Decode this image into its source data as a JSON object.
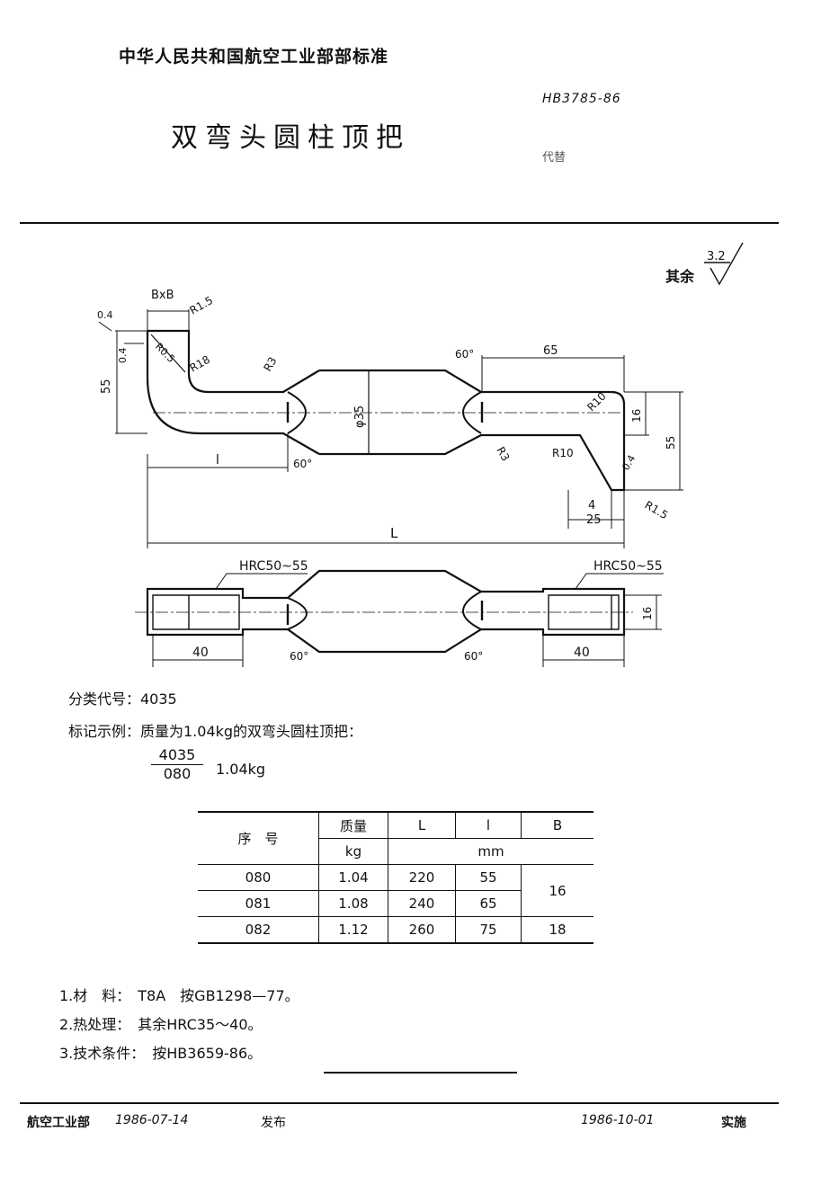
{
  "header": {
    "org_standard": "中华人民共和国航空工业部部标准",
    "title": "双弯头圆柱顶把",
    "standard_no": "HB3785-86",
    "replaces": "代替"
  },
  "drawing": {
    "roughness_note": "其余",
    "roughness_value": "3.2",
    "dims": {
      "bxb": "BxB",
      "r15_top": "R1.5",
      "r05": "R0.5",
      "r18": "R18",
      "r3_left": "R3",
      "r3_right": "R3",
      "r0_4a": "0.4",
      "r0_4b": "0.4",
      "h55_left": "55",
      "phi35": "φ35",
      "deg60_a": "60°",
      "deg60_b": "60°",
      "deg60_c": "60°",
      "deg60_d": "60°",
      "d65": "65",
      "r10a": "R10",
      "r10b": "R10",
      "d16": "16",
      "h55_right": "55",
      "r0_4c": "0.4",
      "d4": "4",
      "d25": "25",
      "r15_bot": "R1.5",
      "l_small": "l",
      "L_big": "L",
      "hrc_left": "HRC50~55",
      "hrc_right": "HRC50~55",
      "d40_left": "40",
      "d40_right": "40",
      "d16_plan": "16"
    }
  },
  "info": {
    "class_code": "分类代号：4035",
    "marking_example": "标记示例：质量为1.04kg的双弯头圆柱顶把：",
    "marking_num": "4035",
    "marking_den": "080",
    "marking_mass": "1.04kg"
  },
  "table": {
    "head_seq": "序　号",
    "head_mass": "质量",
    "head_L": "L",
    "head_l": "l",
    "head_B": "B",
    "unit_kg": "kg",
    "unit_mm": "mm",
    "rows": [
      {
        "seq": "080",
        "mass": "1.04",
        "L": "220",
        "l": "55"
      },
      {
        "seq": "081",
        "mass": "1.08",
        "L": "240",
        "l": "65"
      },
      {
        "seq": "082",
        "mass": "1.12",
        "L": "260",
        "l": "75"
      }
    ],
    "b_group": "16",
    "b_last": "18"
  },
  "notes": [
    "1.材　料：　T8A　按GB1298—77。",
    "2.热处理：　其余HRC35～40。",
    "3.技术条件：　按HB3659-86。"
  ],
  "footer": {
    "issuer": "航空工业部",
    "issue_date": "1986-07-14",
    "issue_label": "发布",
    "effective_date": "1986-10-01",
    "effective_label": "实施"
  }
}
